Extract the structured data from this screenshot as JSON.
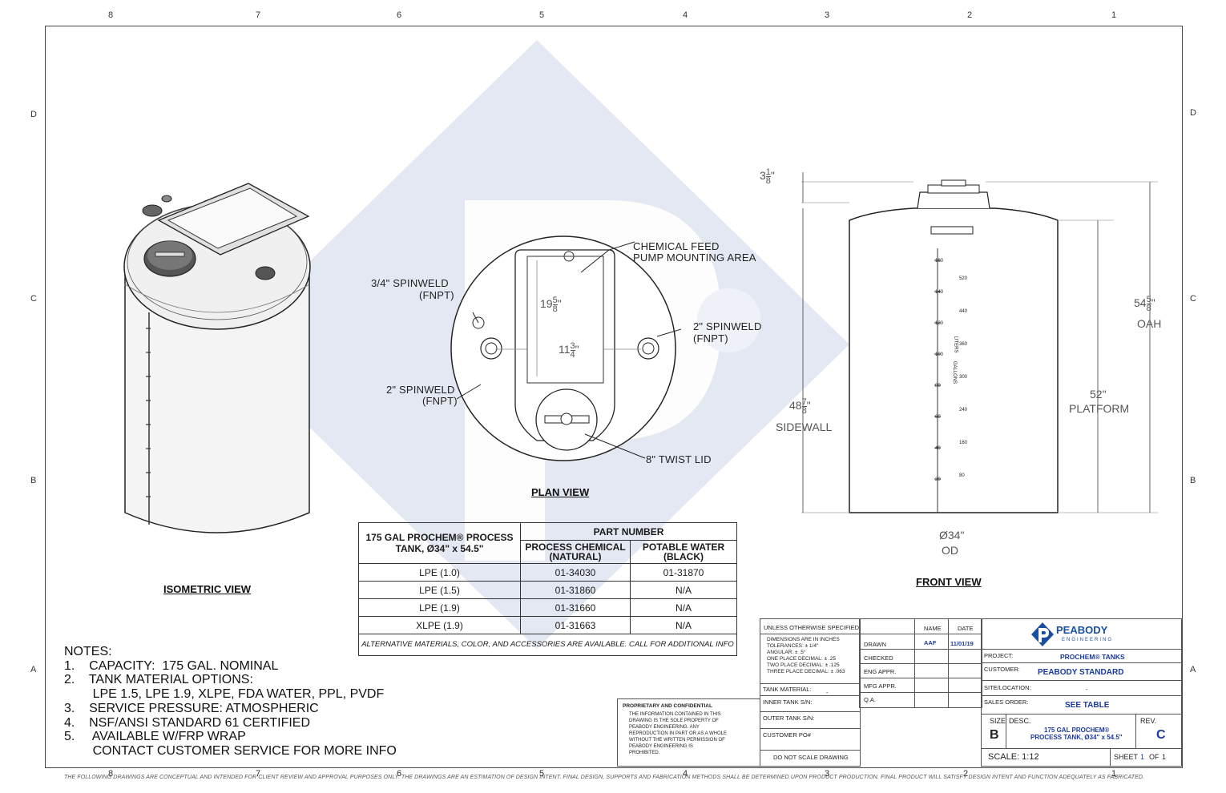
{
  "zones": {
    "cols_top": [
      "8",
      "7",
      "6",
      "5",
      "4",
      "3",
      "2",
      "1"
    ],
    "cols_bottom": [
      "8",
      "7",
      "6",
      "5",
      "4",
      "3",
      "2",
      "1"
    ],
    "rows": [
      "D",
      "C",
      "B",
      "A"
    ]
  },
  "views": {
    "isometric": "ISOMETRIC VIEW",
    "plan": "PLAN VIEW",
    "front": "FRONT VIEW"
  },
  "plan_labels": {
    "chemical_feed_1": "CHEMICAL FEED",
    "chemical_feed_2": "PUMP MOUNTING AREA",
    "spinweld_34_1": "3/4\" SPINWELD",
    "spinweld_34_2": "(FNPT)",
    "spinweld_2_left_1": "2\" SPINWELD",
    "spinweld_2_left_2": "(FNPT)",
    "spinweld_2_right_1": "2\" SPINWELD",
    "spinweld_2_right_2": "(FNPT)",
    "twist_lid": "8\" TWIST LID",
    "dim_19_whole": "19",
    "dim_19_num": "5",
    "dim_19_den": "8",
    "dim_11_whole": "11",
    "dim_11_num": "3",
    "dim_11_den": "4"
  },
  "front_labels": {
    "top_whole": "3",
    "top_num": "1",
    "top_den": "8",
    "oah_whole": "54",
    "oah_num": "5",
    "oah_den": "8",
    "oah_text": "OAH",
    "sidewall_whole": "48",
    "sidewall_num": "7",
    "sidewall_den": "8",
    "sidewall_text": "SIDEWALL",
    "platform_val": "52\"",
    "platform_text": "PLATFORM",
    "od_val": "Ø34\"",
    "od_text": "OD",
    "gauge_left": [
      "160",
      "140",
      "120",
      "100",
      "80",
      "60",
      "40",
      "20"
    ],
    "gauge_right": [
      "520",
      "440",
      "360",
      "300",
      "240",
      "160",
      "80"
    ],
    "gauge_unit_left": "GALLONS",
    "gauge_unit_right": "LITERS"
  },
  "part_table": {
    "desc": "175 GAL PROCHEM® PROCESS TANK, Ø34\" x 54.5\"",
    "group_header": "PART NUMBER",
    "col1": "PROCESS CHEMICAL (NATURAL)",
    "col2": "POTABLE WATER (BLACK)",
    "rows": [
      {
        "mat": "LPE (1.0)",
        "chem": "01-34030",
        "water": "01-31870"
      },
      {
        "mat": "LPE (1.5)",
        "chem": "01-31860",
        "water": "N/A"
      },
      {
        "mat": "LPE (1.9)",
        "chem": "01-31660",
        "water": "N/A"
      },
      {
        "mat": "XLPE (1.9)",
        "chem": "01-31663",
        "water": "N/A"
      }
    ],
    "note": "ALTERNATIVE MATERIALS, COLOR, AND ACCESSORIES ARE AVAILABLE.  CALL FOR ADDITIONAL INFO"
  },
  "notes": {
    "heading": "NOTES:",
    "lines": [
      "1.    CAPACITY:  175 GAL. NOMINAL",
      "2.    TANK MATERIAL OPTIONS:",
      "        LPE 1.5, LPE 1.9, XLPE, FDA WATER, PPL, PVDF",
      "3.    SERVICE PRESSURE: ATMOSPHERIC",
      "4.    NSF/ANSI STANDARD 61 CERTIFIED",
      "5.     AVAILABLE W/FRP WRAP",
      "        CONTACT CUSTOMER SERVICE FOR MORE INFO"
    ]
  },
  "title_block": {
    "proprietary_title": "PROPRIETARY AND CONFIDENTIAL",
    "proprietary_text": [
      "THE INFORMATION CONTAINED IN THIS",
      "DRAWING IS THE SOLE PROPERTY OF",
      "PEABODY ENGINEERING.  ANY",
      "REPRODUCTION IN PART OR AS A WHOLE",
      "WITHOUT THE WRITTEN PERMISSION OF",
      "PEABODY ENGINEERING IS",
      "PROHIBITED."
    ],
    "unless": "UNLESS OTHERWISE SPECIFIED:",
    "tolerances": [
      "DIMENSIONS ARE IN INCHES",
      "TOLERANCES: ± 1/4\"",
      "ANGULAR: ± .5°",
      "ONE PLACE DECIMAL: ± .25",
      "TWO PLACE DECIMAL: ± .125",
      "THREE PLACE DECIMAL: ± .063"
    ],
    "tank_material": "TANK MATERIAL:",
    "tank_material_val": "-",
    "inner_tank": "INNER TANK S/N:",
    "outer_tank": "OUTER TANK S/N:",
    "customer_po": "CUSTOMER PO#",
    "do_not_scale": "DO NOT SCALE DRAWING",
    "name_hdr": "NAME",
    "date_hdr": "DATE",
    "drawn": "DRAWN",
    "drawn_name": "AAF",
    "drawn_date": "11/01/19",
    "checked": "CHECKED",
    "eng_appr": "ENG APPR.",
    "mfg_appr": "MFG APPR.",
    "qa": "Q.A.",
    "company": "PEABODY",
    "company_sub": "ENGINEERING",
    "project_lbl": "PROJECT:",
    "project_val": "PROCHEM® TANKS",
    "customer_lbl": "CUSTOMER:",
    "customer_val": "PEABODY STANDARD",
    "site_lbl": "SITE/LOCATION:",
    "site_val": "-",
    "sales_lbl": "SALES ORDER:",
    "sales_val": "SEE TABLE",
    "size_lbl": "SIZE",
    "size_val": "B",
    "desc_lbl": "DESC.",
    "desc_val_1": "175 GAL PROCHEM®",
    "desc_val_2": "PROCESS TANK, Ø34\" x 54.5\"",
    "rev_lbl": "REV.",
    "rev_val": "C",
    "scale": "SCALE: 1:12",
    "sheet_lbl": "SHEET",
    "sheet_num": "1",
    "sheet_of": "OF",
    "sheet_total": "1"
  },
  "footer": "THE FOLLOWING DRAWINGS ARE CONCEPTUAL AND INTENDED FOR CLIENT REVIEW AND APPROVAL PURPOSES ONLY. THE DRAWINGS ARE AN ESTIMATION OF DESIGN INTENT. FINAL DESIGN, SUPPORTS AND FABRICATION METHODS SHALL BE DETERMINED UPON PRODUCT PRODUCTION. FINAL PRODUCT WILL SATISFY DESIGN INTENT AND FUNCTION ADEQUATELY AS FABRICATED."
}
